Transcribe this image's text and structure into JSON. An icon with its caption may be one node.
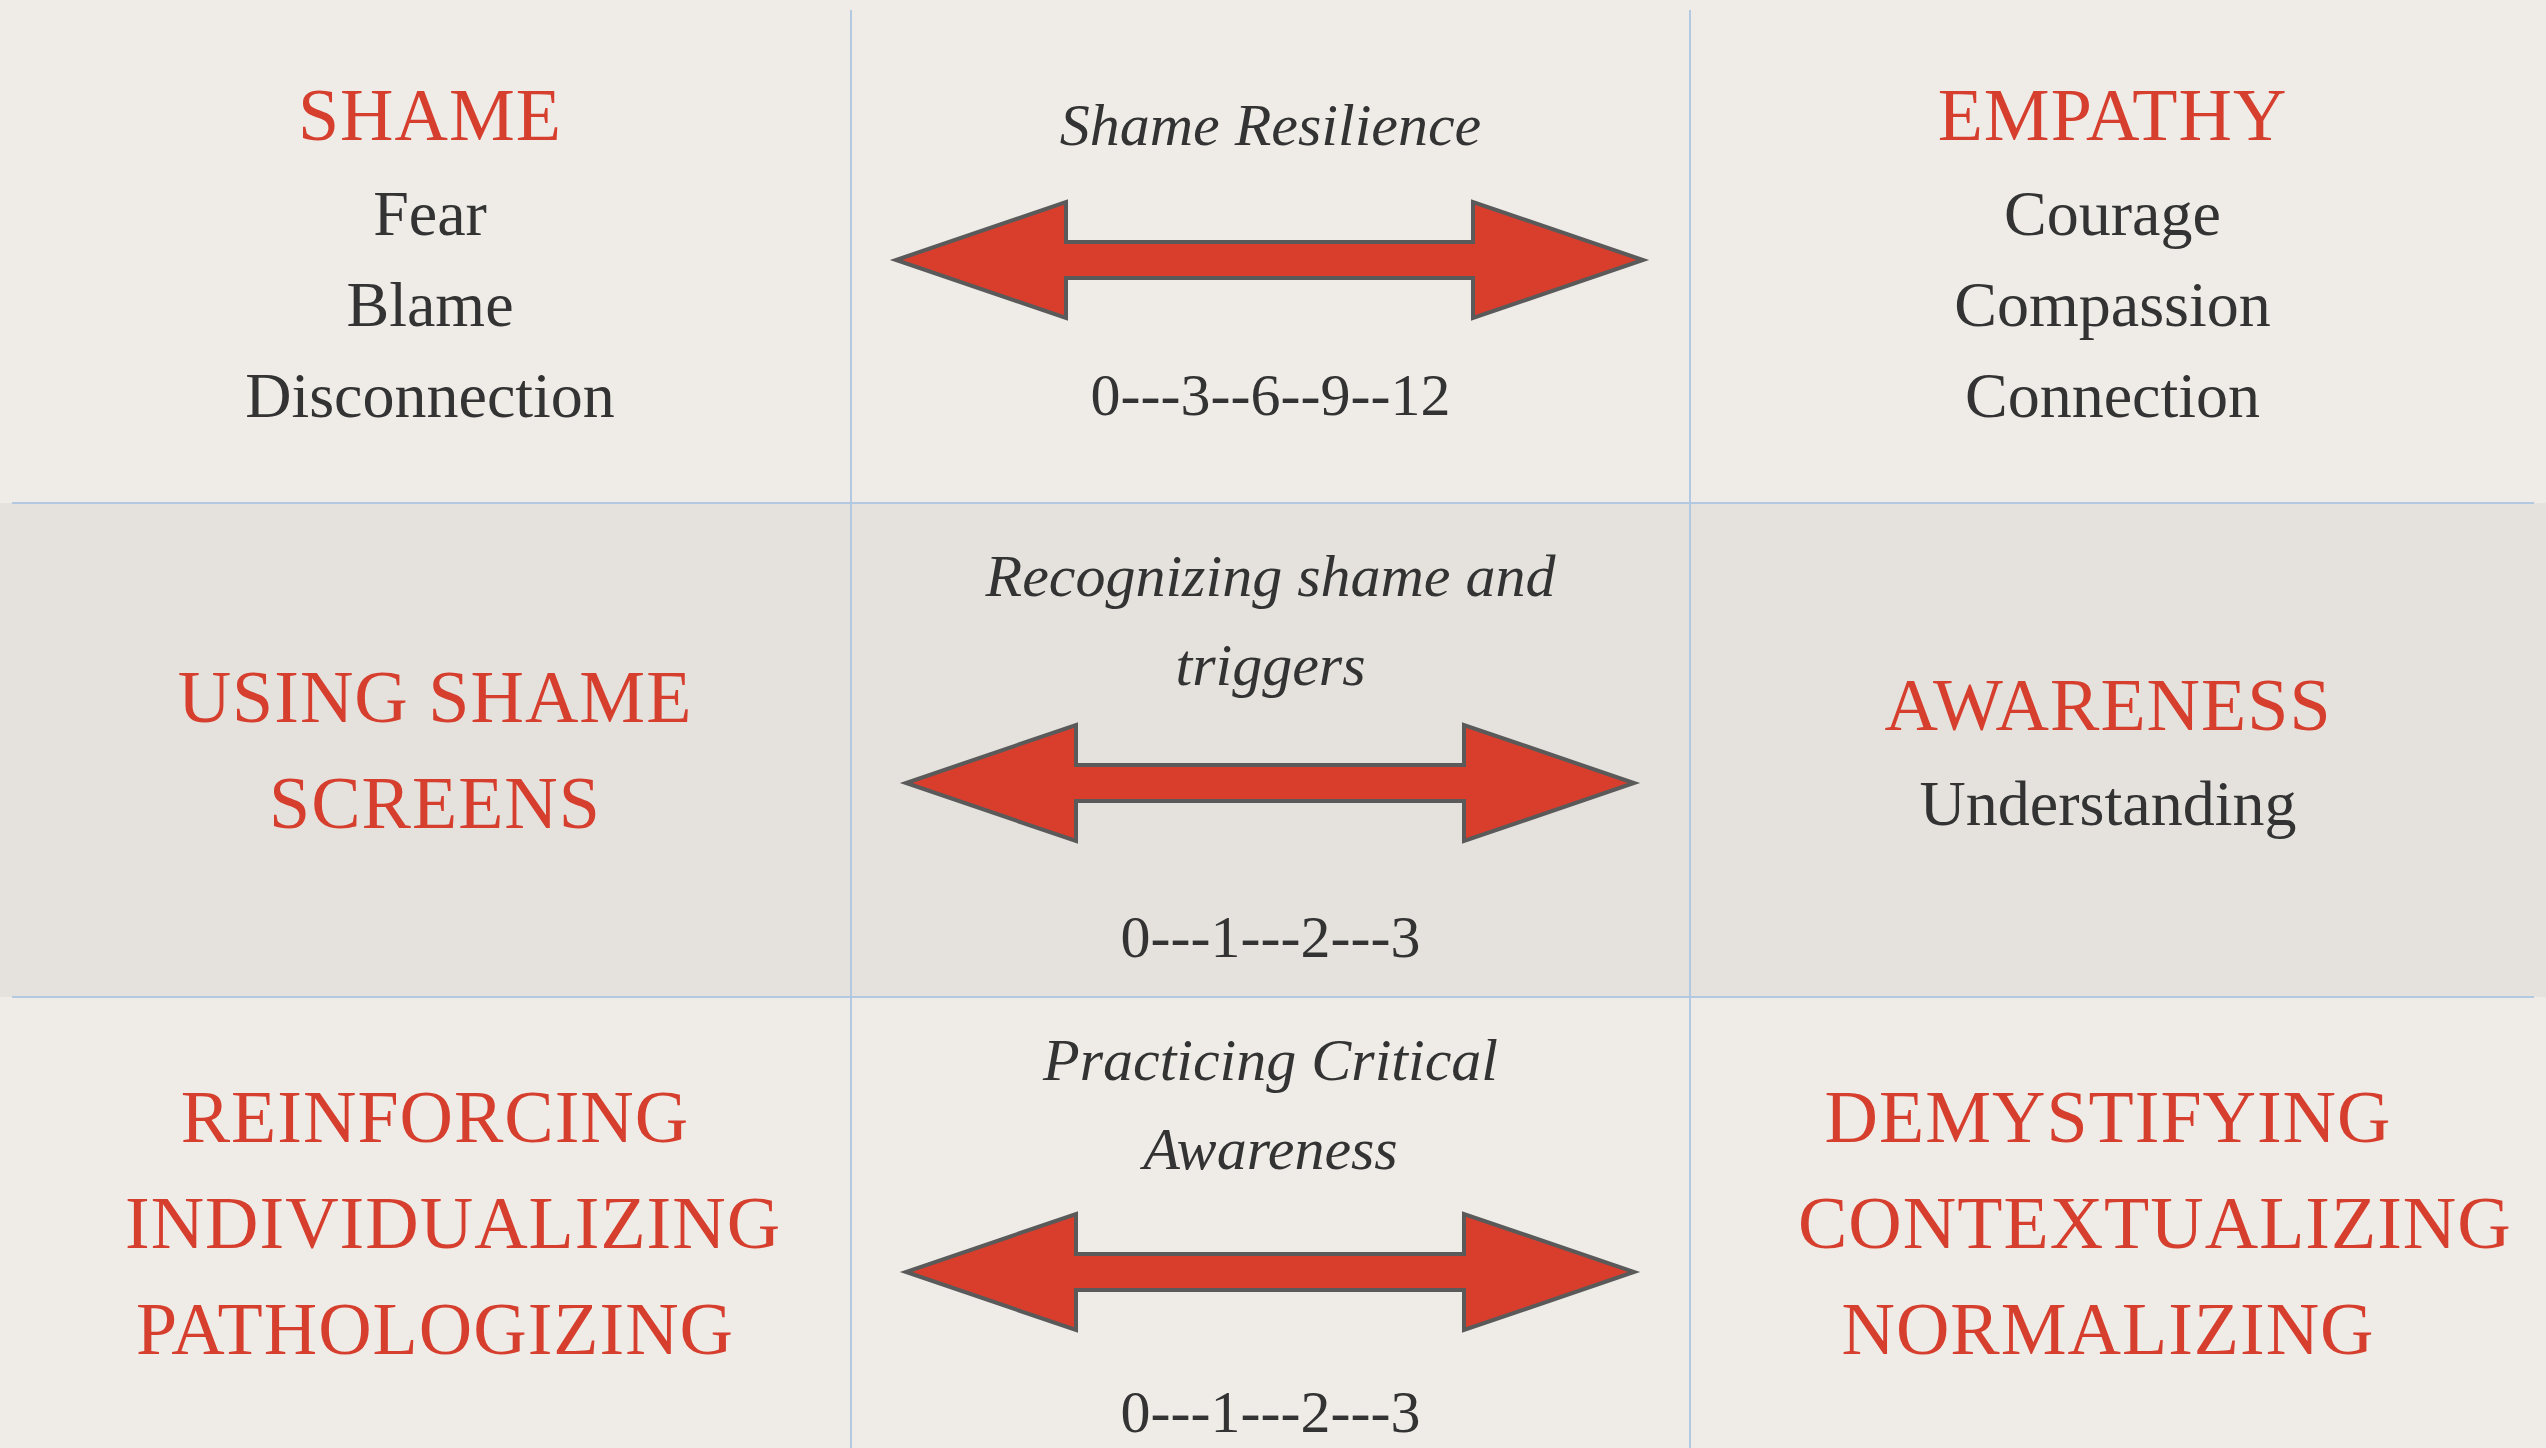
{
  "diagram": {
    "nodes": [
      {
        "text": [
          "SHAME",
          "Fear",
          "Blame",
          "Disconnection"
        ]
      },
      {
        "text": [
          "EMPATHY",
          "Courage",
          "Compassion",
          "Connection"
        ]
      },
      {
        "text": [
          "USING SHAME SCREENS"
        ]
      },
      {
        "text": [
          "AWARENESS",
          "Understanding"
        ]
      },
      {
        "text": [
          "REINFORCING",
          "INDIVIDUALIZING",
          "PATHOLOGIZING"
        ]
      },
      {
        "text": [
          "DEMYSTIFYING",
          "CONTEXTUALIZING",
          "NORMALIZING"
        ]
      }
    ],
    "edges": [
      {
        "from": 0,
        "to": 1,
        "arrow": "both",
        "label": "Shame Resilience"
      },
      {
        "from": 2,
        "to": 3,
        "arrow": "both",
        "label": "Recognizing shame and triggers"
      },
      {
        "from": 4,
        "to": 5,
        "arrow": "both",
        "label": "Practicing Critical Awareness"
      }
    ],
    "labels": [
      "0---3--6--9--12",
      "0---1---2---3",
      "0---1---2---3"
    ]
  }
}
